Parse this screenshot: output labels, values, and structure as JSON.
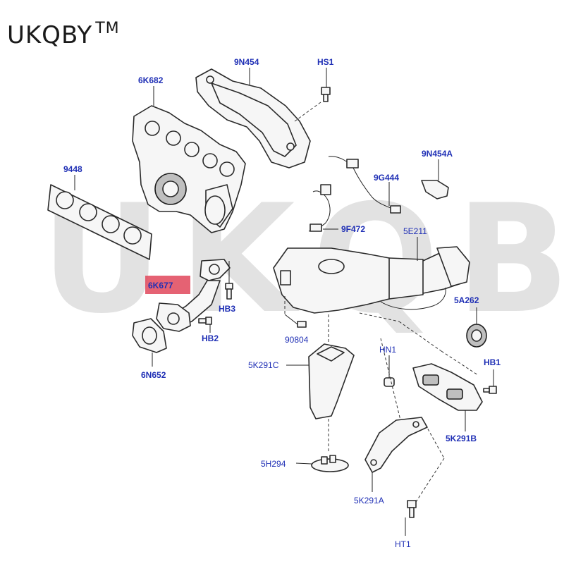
{
  "brand": {
    "name": "UKQBY",
    "mark": "TM"
  },
  "watermark": "UKQBYTM",
  "highlighted_part": "6K677",
  "callouts": {
    "c_6K682": "6K682",
    "c_9N454": "9N454",
    "c_HS1": "HS1",
    "c_9448": "9448",
    "c_9G444": "9G444",
    "c_9N454A": "9N454A",
    "c_9F472": "9F472",
    "c_5E211": "5E211",
    "c_6K677": "6K677",
    "c_HB3": "HB3",
    "c_HB2": "HB2",
    "c_6N652": "6N652",
    "c_90804": "90804",
    "c_5A262": "5A262",
    "c_HN1": "HN1",
    "c_HB1": "HB1",
    "c_5K291C": "5K291C",
    "c_5K291B": "5K291B",
    "c_5H294": "5H294",
    "c_5K291A": "5K291A",
    "c_HT1": "HT1"
  },
  "colors": {
    "callout": "#1f2fb5",
    "highlight": "#e0475a",
    "watermark": "#e2e2e2"
  }
}
